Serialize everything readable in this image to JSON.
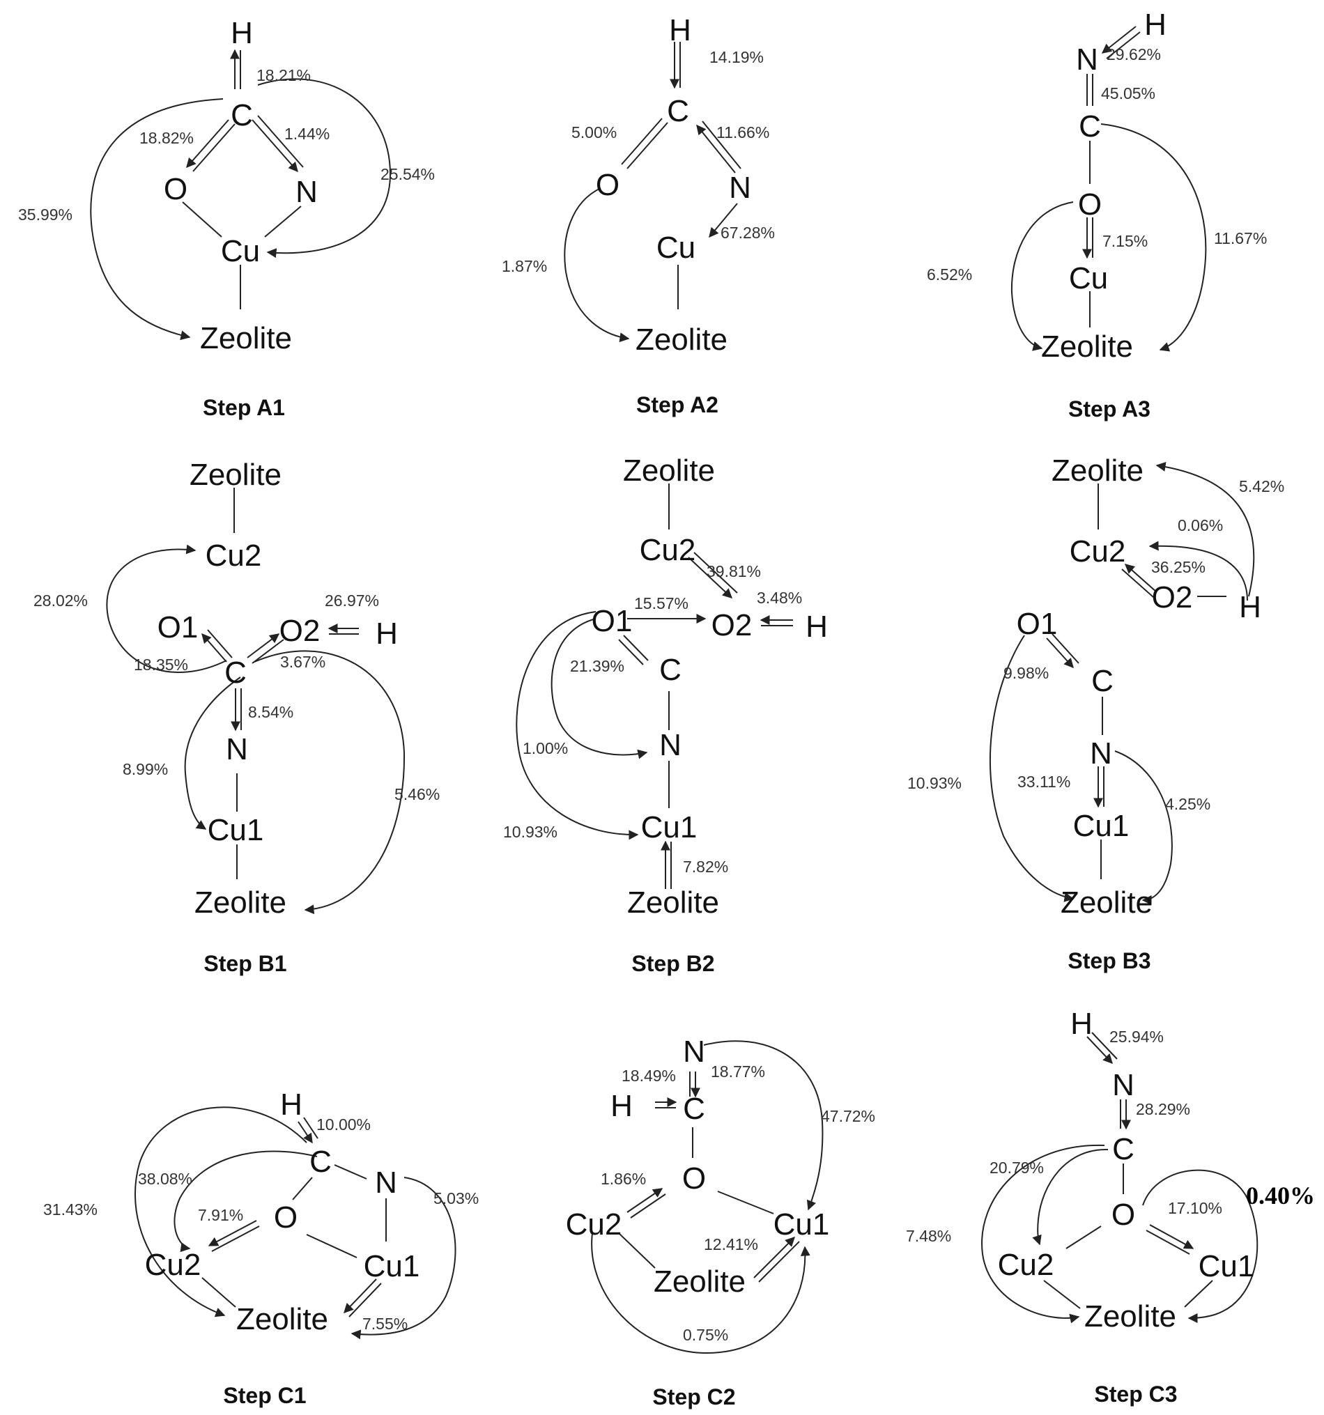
{
  "steps": [
    {
      "caption": "Step A1",
      "atoms": [
        "H",
        "C",
        "O",
        "N",
        "Cu",
        "Zeolite"
      ],
      "labels": [
        "18.21%",
        "18.82%",
        "1.44%",
        "25.54%",
        "35.99%"
      ]
    },
    {
      "caption": "Step A2",
      "atoms": [
        "H",
        "C",
        "O",
        "N",
        "Cu",
        "Zeolite"
      ],
      "labels": [
        "14.19%",
        "5.00%",
        "11.66%",
        "67.28%",
        "1.87%"
      ]
    },
    {
      "caption": "Step A3",
      "atoms": [
        "N",
        "H",
        "C",
        "O",
        "Cu",
        "Zeolite"
      ],
      "labels": [
        "29.62%",
        "45.05%",
        "7.15%",
        "11.67%",
        "6.52%"
      ]
    },
    {
      "caption": "Step B1",
      "atoms": [
        "Zeolite",
        "Cu2",
        "O1",
        "O2",
        "H",
        "C",
        "N",
        "Cu1",
        "Zeolite"
      ],
      "labels": [
        "28.02%",
        "26.97%",
        "18.35%",
        "3.67%",
        "8.54%",
        "8.99%",
        "5.46%"
      ]
    },
    {
      "caption": "Step B2",
      "atoms": [
        "Zeolite",
        "Cu2",
        "O1",
        "O2",
        "H",
        "C",
        "N",
        "Cu1",
        "Zeolite"
      ],
      "labels": [
        "39.81%",
        "15.57%",
        "3.48%",
        "21.39%",
        "1.00%",
        "10.93%",
        "7.82%"
      ]
    },
    {
      "caption": "Step B3",
      "atoms": [
        "Zeolite",
        "Cu2",
        "O2",
        "H",
        "O1",
        "C",
        "N",
        "Cu1",
        "Zeolite"
      ],
      "labels": [
        "5.42%",
        "0.06%",
        "36.25%",
        "9.98%",
        "10.93%",
        "33.11%",
        "4.25%"
      ]
    },
    {
      "caption": "Step C1",
      "atoms": [
        "H",
        "C",
        "N",
        "O",
        "Cu2",
        "Cu1",
        "Zeolite"
      ],
      "labels": [
        "10.00%",
        "38.08%",
        "31.43%",
        "5.03%",
        "7.91%",
        "7.55%"
      ]
    },
    {
      "caption": "Step C2",
      "atoms": [
        "N",
        "H",
        "C",
        "O",
        "Cu2",
        "Cu1",
        "Zeolite"
      ],
      "labels": [
        "18.49%",
        "18.77%",
        "47.72%",
        "1.86%",
        "12.41%",
        "0.75%"
      ]
    },
    {
      "caption": "Step C3",
      "atoms": [
        "H",
        "N",
        "C",
        "O",
        "Cu2",
        "Cu1",
        "Zeolite"
      ],
      "labels": [
        "25.94%",
        "28.29%",
        "20.79%",
        "7.48%",
        "17.10%",
        "0.40%"
      ]
    }
  ]
}
